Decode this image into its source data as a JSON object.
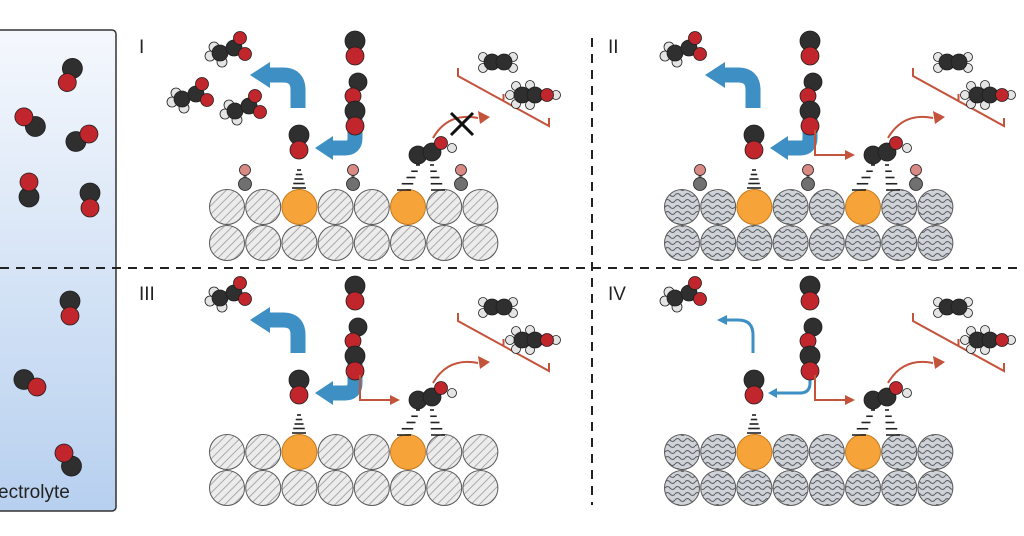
{
  "panels": [
    {
      "label": "I"
    },
    {
      "label": "II"
    },
    {
      "label": "III"
    },
    {
      "label": "IV"
    }
  ],
  "electrolyte_label": "ectrolyte",
  "colors": {
    "carbon": "#2f2f2f",
    "oxygen": "#c0262b",
    "hydrogen": "#e4e4e4",
    "active_site": "#f6a43a",
    "support_atom": "#dcdcdc",
    "blue_arrow": "#3d8fc4",
    "red_arrow": "#c4533c"
  },
  "icons": [
    "co-molecule",
    "acetate-molecule",
    "ethylene-molecule",
    "ethanol-molecule",
    "blocked-x-icon",
    "active-site-atom",
    "support-atom"
  ]
}
